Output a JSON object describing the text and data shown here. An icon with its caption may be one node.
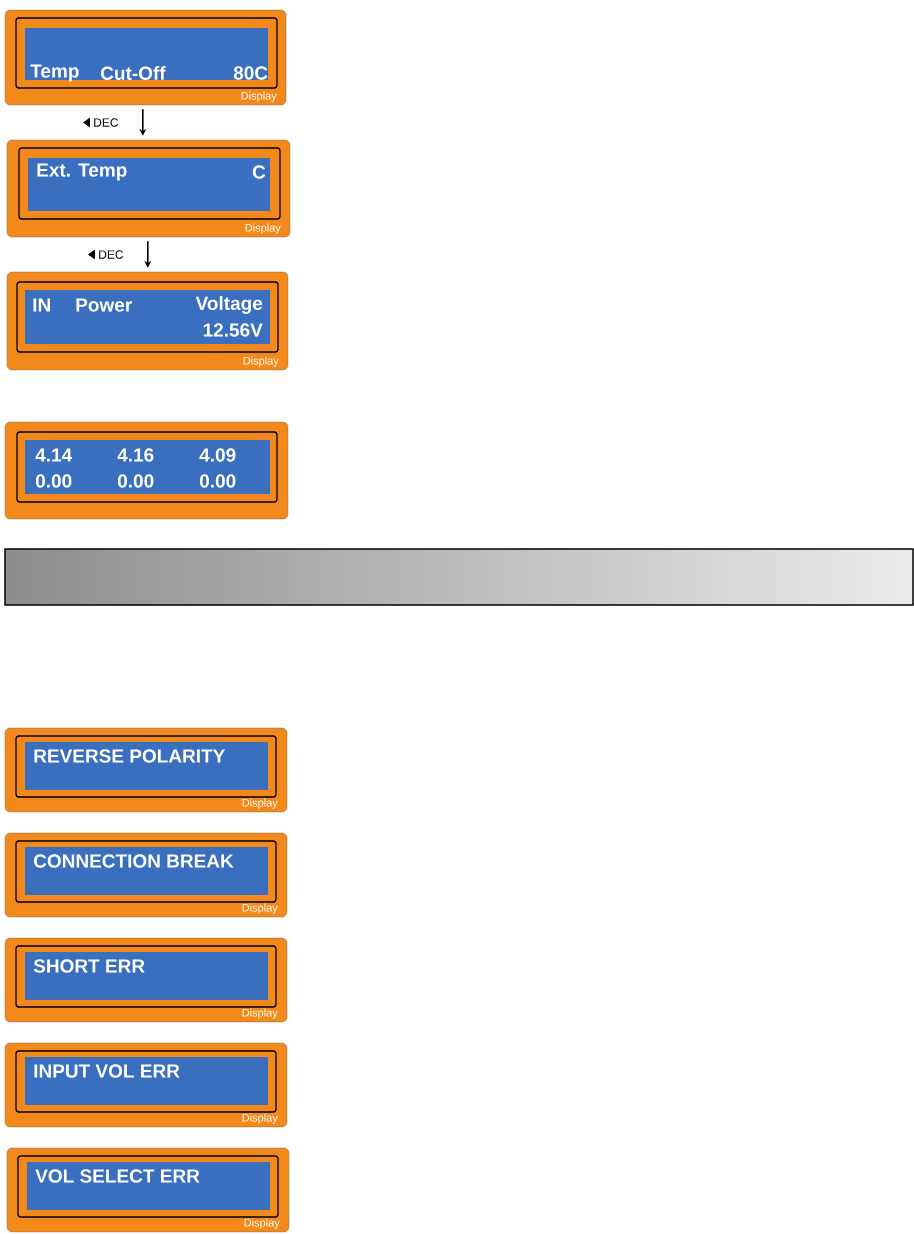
{
  "diagram": {
    "nodes": [
      {
        "text": [
          "Temp",
          "Cut-Off",
          "80C",
          "Display"
        ]
      },
      {
        "text": [
          "Ext. Temp",
          "C",
          "Display"
        ]
      },
      {
        "text": [
          "IN",
          "Power",
          "Voltage",
          "12.56V",
          "Display"
        ]
      },
      {
        "text": [
          "4.14",
          "4.16",
          "4.09",
          "0.00",
          "0.00",
          "0.00"
        ]
      },
      {
        "text": [
          "REVERSE POLARITY",
          "Display"
        ]
      },
      {
        "text": [
          "CONNECTION BREAK",
          "Display"
        ]
      },
      {
        "text": [
          "SHORT ERR",
          "Display"
        ]
      },
      {
        "text": [
          "INPUT VOL ERR",
          "Display"
        ]
      },
      {
        "text": [
          "VOL SELECT ERR",
          "Display"
        ]
      }
    ],
    "edges": [
      {
        "from": 0,
        "to": 1,
        "arrow": "to",
        "label": "DEC"
      },
      {
        "from": 1,
        "to": 2,
        "arrow": "to",
        "label": "DEC"
      }
    ]
  }
}
